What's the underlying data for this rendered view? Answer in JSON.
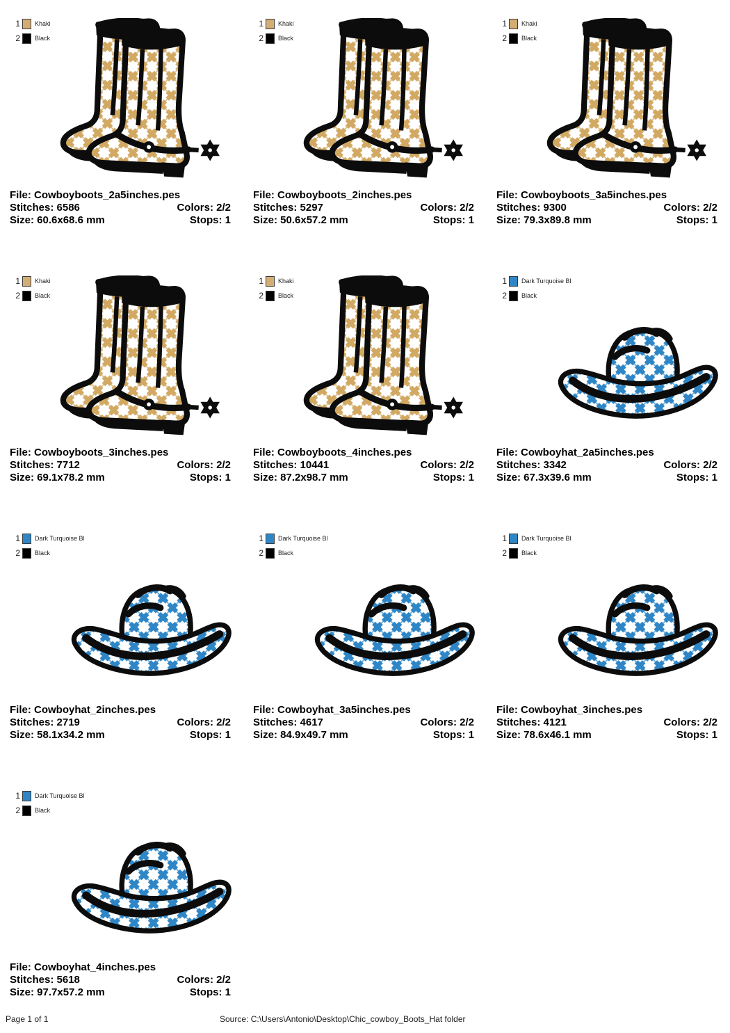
{
  "page": {
    "footer": {
      "page_label": "Page 1 of 1",
      "source_label": "Source: C:\\Users\\Antonio\\Desktop\\Chic_cowboy_Boots_Hat folder"
    }
  },
  "palette": {
    "khaki": "#D2AE74",
    "dark_turquoise": "#2E86C6",
    "black": "#000000",
    "outline": "#0c0c0c"
  },
  "designs": [
    {
      "type": "boots",
      "file_label": "File: Cowboyboots_2a5inches.pes",
      "stitches_label": "Stitches: 6586",
      "colors_label": "Colors: 2/2",
      "size_label": "Size: 60.6x68.6 mm",
      "stops_label": "Stops: 1",
      "legend": [
        {
          "num": "1",
          "name": "Khaki",
          "hex": "#D2AE74"
        },
        {
          "num": "2",
          "name": "Black",
          "hex": "#000000"
        }
      ]
    },
    {
      "type": "boots",
      "file_label": "File: Cowboyboots_2inches.pes",
      "stitches_label": "Stitches: 5297",
      "colors_label": "Colors: 2/2",
      "size_label": "Size: 50.6x57.2 mm",
      "stops_label": "Stops: 1",
      "legend": [
        {
          "num": "1",
          "name": "Khaki",
          "hex": "#D2AE74"
        },
        {
          "num": "2",
          "name": "Black",
          "hex": "#000000"
        }
      ]
    },
    {
      "type": "boots",
      "file_label": "File: Cowboyboots_3a5inches.pes",
      "stitches_label": "Stitches: 9300",
      "colors_label": "Colors: 2/2",
      "size_label": "Size: 79.3x89.8 mm",
      "stops_label": "Stops: 1",
      "legend": [
        {
          "num": "1",
          "name": "Khaki",
          "hex": "#D2AE74"
        },
        {
          "num": "2",
          "name": "Black",
          "hex": "#000000"
        }
      ]
    },
    {
      "type": "boots",
      "file_label": "File: Cowboyboots_3inches.pes",
      "stitches_label": "Stitches: 7712",
      "colors_label": "Colors: 2/2",
      "size_label": "Size: 69.1x78.2 mm",
      "stops_label": "Stops: 1",
      "legend": [
        {
          "num": "1",
          "name": "Khaki",
          "hex": "#D2AE74"
        },
        {
          "num": "2",
          "name": "Black",
          "hex": "#000000"
        }
      ]
    },
    {
      "type": "boots",
      "file_label": "File: Cowboyboots_4inches.pes",
      "stitches_label": "Stitches: 10441",
      "colors_label": "Colors: 2/2",
      "size_label": "Size: 87.2x98.7 mm",
      "stops_label": "Stops: 1",
      "legend": [
        {
          "num": "1",
          "name": "Khaki",
          "hex": "#D2AE74"
        },
        {
          "num": "2",
          "name": "Black",
          "hex": "#000000"
        }
      ]
    },
    {
      "type": "hat",
      "file_label": "File: Cowboyhat_2a5inches.pes",
      "stitches_label": "Stitches: 3342",
      "colors_label": "Colors: 2/2",
      "size_label": "Size: 67.3x39.6 mm",
      "stops_label": "Stops: 1",
      "legend": [
        {
          "num": "1",
          "name": "Dark Turquoise Bl",
          "hex": "#2E86C6"
        },
        {
          "num": "2",
          "name": "Black",
          "hex": "#000000"
        }
      ]
    },
    {
      "type": "hat",
      "file_label": "File: Cowboyhat_2inches.pes",
      "stitches_label": "Stitches: 2719",
      "colors_label": "Colors: 2/2",
      "size_label": "Size: 58.1x34.2 mm",
      "stops_label": "Stops: 1",
      "legend": [
        {
          "num": "1",
          "name": "Dark Turquoise Bl",
          "hex": "#2E86C6"
        },
        {
          "num": "2",
          "name": "Black",
          "hex": "#000000"
        }
      ]
    },
    {
      "type": "hat",
      "file_label": "File: Cowboyhat_3a5inches.pes",
      "stitches_label": "Stitches: 4617",
      "colors_label": "Colors: 2/2",
      "size_label": "Size: 84.9x49.7 mm",
      "stops_label": "Stops: 1",
      "legend": [
        {
          "num": "1",
          "name": "Dark Turquoise Bl",
          "hex": "#2E86C6"
        },
        {
          "num": "2",
          "name": "Black",
          "hex": "#000000"
        }
      ]
    },
    {
      "type": "hat",
      "file_label": "File: Cowboyhat_3inches.pes",
      "stitches_label": "Stitches: 4121",
      "colors_label": "Colors: 2/2",
      "size_label": "Size: 78.6x46.1 mm",
      "stops_label": "Stops: 1",
      "legend": [
        {
          "num": "1",
          "name": "Dark Turquoise Bl",
          "hex": "#2E86C6"
        },
        {
          "num": "2",
          "name": "Black",
          "hex": "#000000"
        }
      ]
    },
    {
      "type": "hat",
      "file_label": "File: Cowboyhat_4inches.pes",
      "stitches_label": "Stitches: 5618",
      "colors_label": "Colors: 2/2",
      "size_label": "Size: 97.7x57.2 mm",
      "stops_label": "Stops: 1",
      "legend": [
        {
          "num": "1",
          "name": "Dark Turquoise Bl",
          "hex": "#2E86C6"
        },
        {
          "num": "2",
          "name": "Black",
          "hex": "#000000"
        }
      ]
    }
  ]
}
